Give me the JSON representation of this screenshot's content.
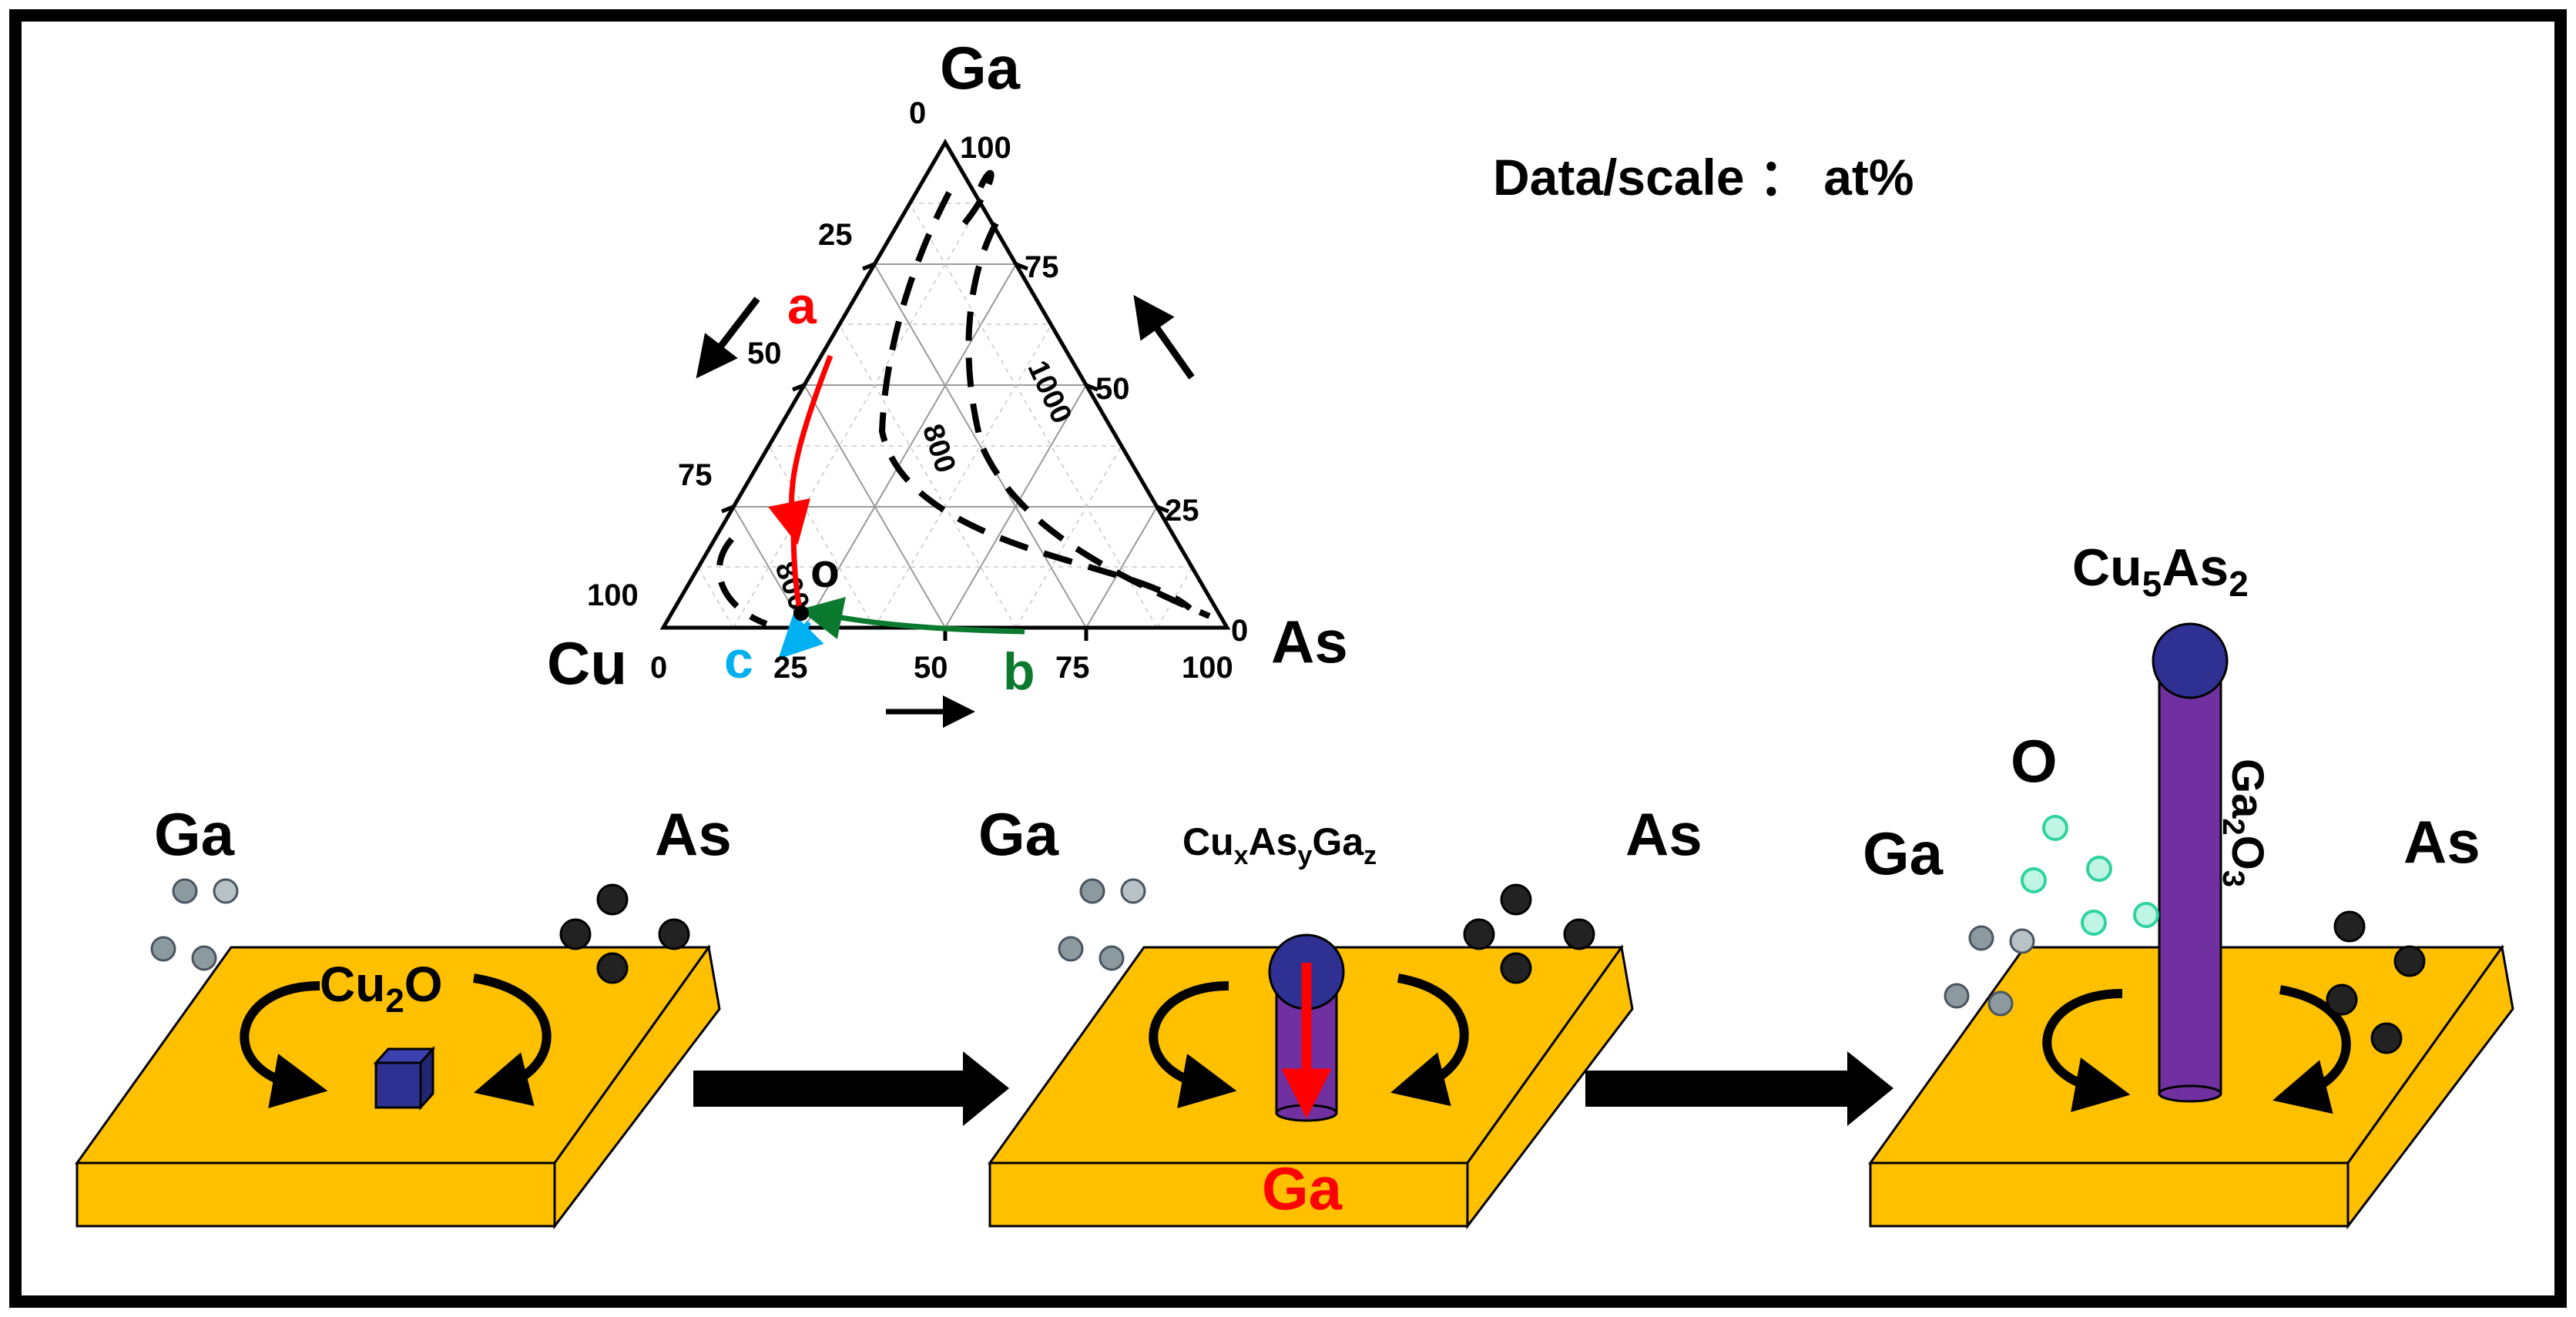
{
  "colors": {
    "frame": "#000000",
    "platform_top": "#FFC000",
    "platform_edge": "#E0A800",
    "cube": "#2E3192",
    "droplet": "#2E3192",
    "nanowire": "#7030A0",
    "path_a": "#FF0000",
    "path_b": "#0B7A2E",
    "path_c": "#00B0F0",
    "oxygen": "#2FD3A0",
    "ga_atom": "#8C9AA0",
    "as_atom": "#222222",
    "ga_label_red": "#FF0000"
  },
  "ternary": {
    "vertex_top": "Ga",
    "vertex_left": "Cu",
    "vertex_right": "As",
    "scale_note": "Data/scale ：  at%",
    "left_ticks": [
      "0",
      "25",
      "50",
      "75",
      "100"
    ],
    "right_ticks": [
      "100",
      "75",
      "50",
      "25",
      "0"
    ],
    "bottom_ticks": [
      "0",
      "25",
      "50",
      "75",
      "100"
    ],
    "isotherm_labels": [
      "1000",
      "800",
      "800"
    ],
    "point_o": "o",
    "path_labels": {
      "a": "a",
      "b": "b",
      "c": "c"
    }
  },
  "panels": [
    {
      "ga": "Ga",
      "as": "As",
      "center_label_main": "Cu",
      "center_label_sub": "2",
      "center_label_end": "O"
    },
    {
      "ga": "Ga",
      "as": "As",
      "alloy_cu": "Cu",
      "alloy_x": "x",
      "alloy_as": "As",
      "alloy_y": "y",
      "alloy_ga": "Ga",
      "alloy_z": "z",
      "bottom_ga": "Ga"
    },
    {
      "ga": "Ga",
      "as": "As",
      "oxygen": "O",
      "tip_cu": "Cu",
      "tip_5": "5",
      "tip_as": "As",
      "tip_2": "2",
      "shell_ga": "Ga",
      "shell_2": "2",
      "shell_o": "O",
      "shell_3": "3"
    }
  ]
}
